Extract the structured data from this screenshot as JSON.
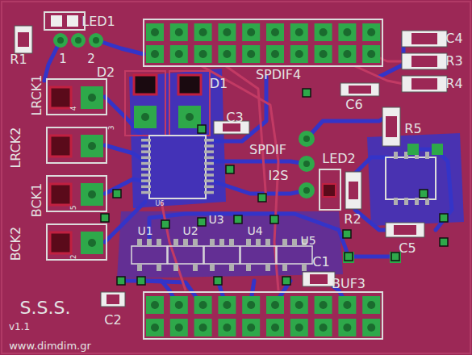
{
  "diagram": {
    "labels": [
      "LED1",
      "R1",
      "1",
      "2",
      "LRCK1",
      "D2",
      "D1",
      "SPDIF4",
      "C4",
      "R3",
      "R4",
      "C6",
      "C3",
      "R5",
      "LRCK2",
      "SPDIF",
      "LED2",
      "I2S",
      "BCK1",
      "R2",
      "BCK2",
      "U1",
      "U2",
      "U3",
      "U4",
      "U5",
      "C5",
      "C1",
      "BUF3",
      "S.S.S.",
      "C2",
      "v1.1",
      "www.dimdim.gr",
      "4",
      "3",
      "5",
      "2",
      "U6"
    ]
  }
}
